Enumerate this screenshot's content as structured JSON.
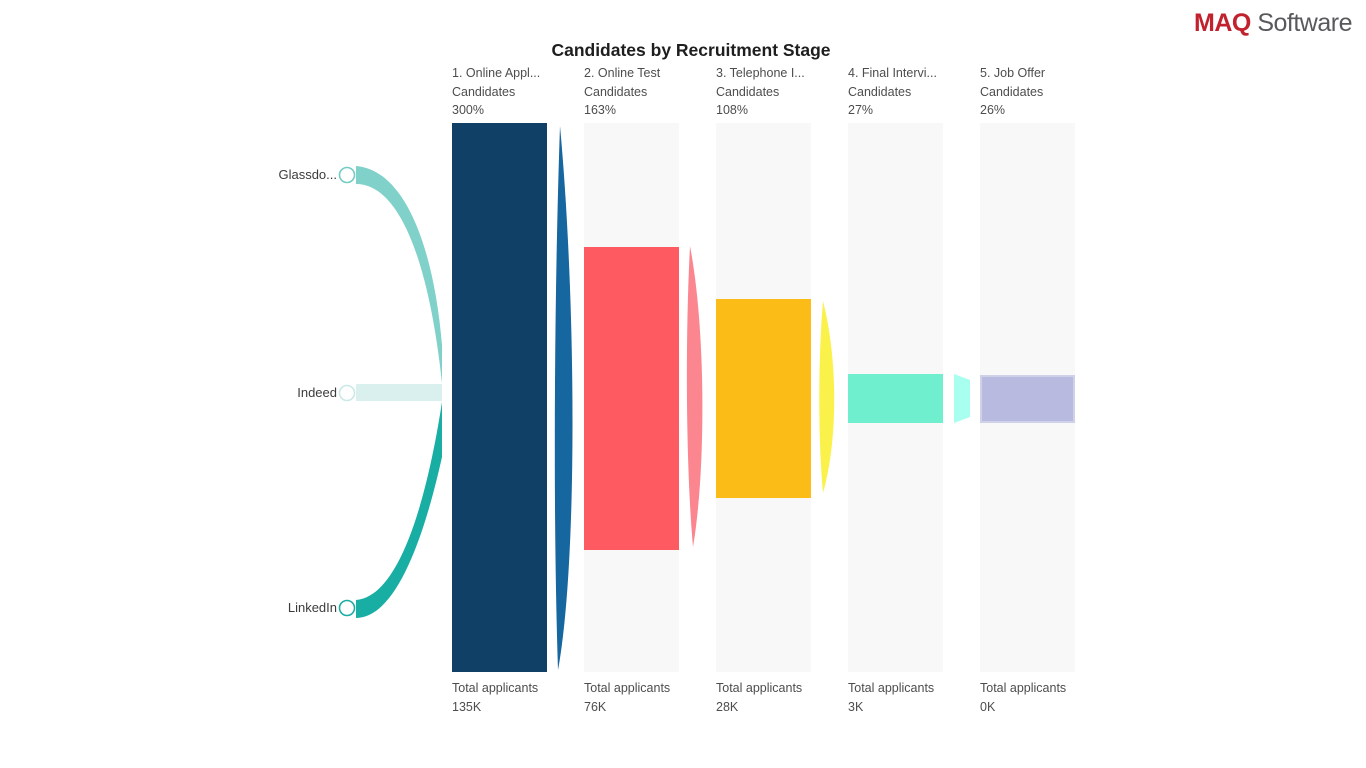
{
  "title": "Candidates by Recruitment Stage",
  "logo": {
    "brand": "MAQ",
    "suffix": "Software",
    "brand_color": "#c2222d",
    "suffix_color": "#58595b"
  },
  "labels": {
    "candidates": "Candidates",
    "total": "Total applicants"
  },
  "chart_data": {
    "type": "horizontal_funnel",
    "title": "Candidates by Recruitment Stage",
    "track_color": "#f8f8f8",
    "sources": [
      {
        "label": "Glassdo...",
        "flow_color": "#7fd1c9",
        "node_color": "#72ccc4"
      },
      {
        "label": "Indeed",
        "flow_color": "#d9f0ee",
        "node_color": "#c9e9e6"
      },
      {
        "label": "LinkedIn",
        "flow_color": "#18aea4",
        "node_color": "#18aea4"
      }
    ],
    "stages": [
      {
        "name": "1. Online Appl...",
        "measure": "Candidates",
        "percent": "300%",
        "percent_value": 300,
        "total": "135K",
        "color": "#114067",
        "connector_color": "#16669f"
      },
      {
        "name": "2. Online Test",
        "measure": "Candidates",
        "percent": "163%",
        "percent_value": 163,
        "total": "76K",
        "color": "#fd5a62",
        "connector_color": "#fc8690"
      },
      {
        "name": "3. Telephone I...",
        "measure": "Candidates",
        "percent": "108%",
        "percent_value": 108,
        "total": "28K",
        "color": "#fcbc18",
        "connector_color": "#faf24b"
      },
      {
        "name": "4. Final Intervi...",
        "measure": "Candidates",
        "percent": "27%",
        "percent_value": 27,
        "total": "3K",
        "color": "#6fefce",
        "connector_color": "#a8fff0"
      },
      {
        "name": "5. Job Offer",
        "measure": "Candidates",
        "percent": "26%",
        "percent_value": 26,
        "total": "0K",
        "color": "#b8bbdf"
      }
    ]
  }
}
